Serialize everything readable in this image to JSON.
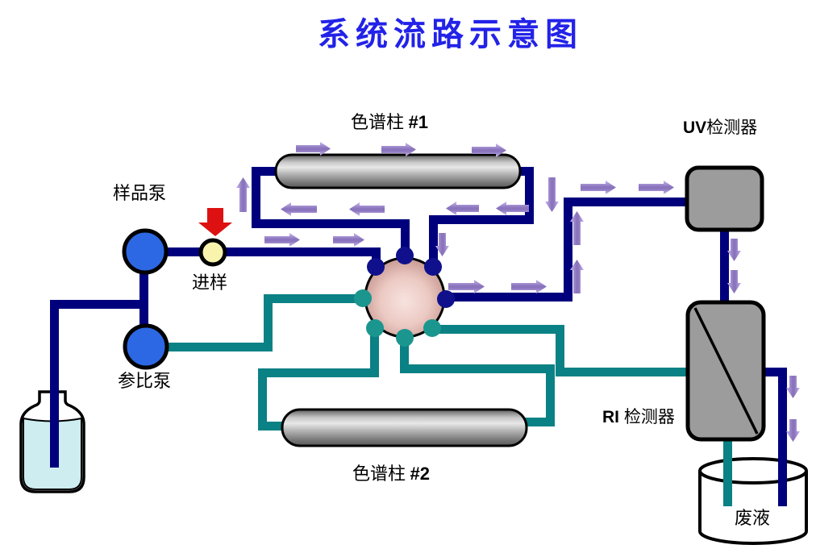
{
  "title": "系统流路示意图",
  "labels": {
    "column1_name": "色谱柱 ",
    "column1_num": "#1",
    "column2_name": "色谱柱 ",
    "column2_num": "#2",
    "uv_latin": "UV",
    "uv_cjk": "检测器",
    "ri_latin": "RI ",
    "ri_cjk": "检测器",
    "sample_pump": "样品泵",
    "injection": "进样",
    "reference_pump": "参比泵",
    "waste": "废液"
  },
  "colors": {
    "title_blue": "#2222e8",
    "navy": "#00007d",
    "teal": "#0a8184",
    "port_navy": "#10108c",
    "port_teal": "#1b968f",
    "pump_blue": "#2d68e4",
    "injection_yellow": "#f8f4ae",
    "valve_pink_light": "#f7e3df",
    "valve_pink_mid": "#ecc9c3",
    "valve_pink_dark": "#bd8c84",
    "box_gray": "#9c9c9c",
    "arrow_light": "#c9b7ee",
    "arrow_dark": "#8a74bd",
    "injection_red": "#dd1111",
    "liquid_cyan": "#cdedf0",
    "outline_black": "#000000"
  }
}
